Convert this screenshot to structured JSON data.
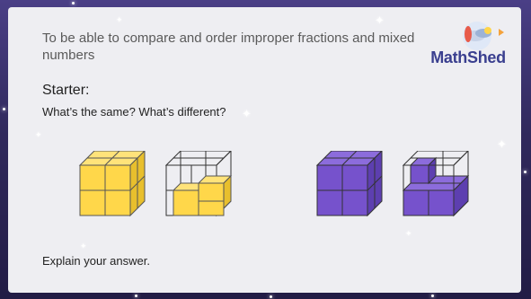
{
  "slide": {
    "objective": "To be able to compare and order improper fractions and mixed numbers",
    "starter_heading": "Starter:",
    "question": "What’s the same? What’s different?",
    "prompt": "Explain your answer."
  },
  "logo": {
    "text": "MathShed",
    "icon": "rocket-icon"
  },
  "cubes": [
    {
      "color": "#ffd74a",
      "filled": 8,
      "of": 8
    },
    {
      "color": "#ffd74a",
      "filled": 3,
      "of": 8
    },
    {
      "color": "#7652cc",
      "filled": 8,
      "of": 8
    },
    {
      "color": "#7652cc",
      "filled": 5,
      "of": 8
    }
  ]
}
